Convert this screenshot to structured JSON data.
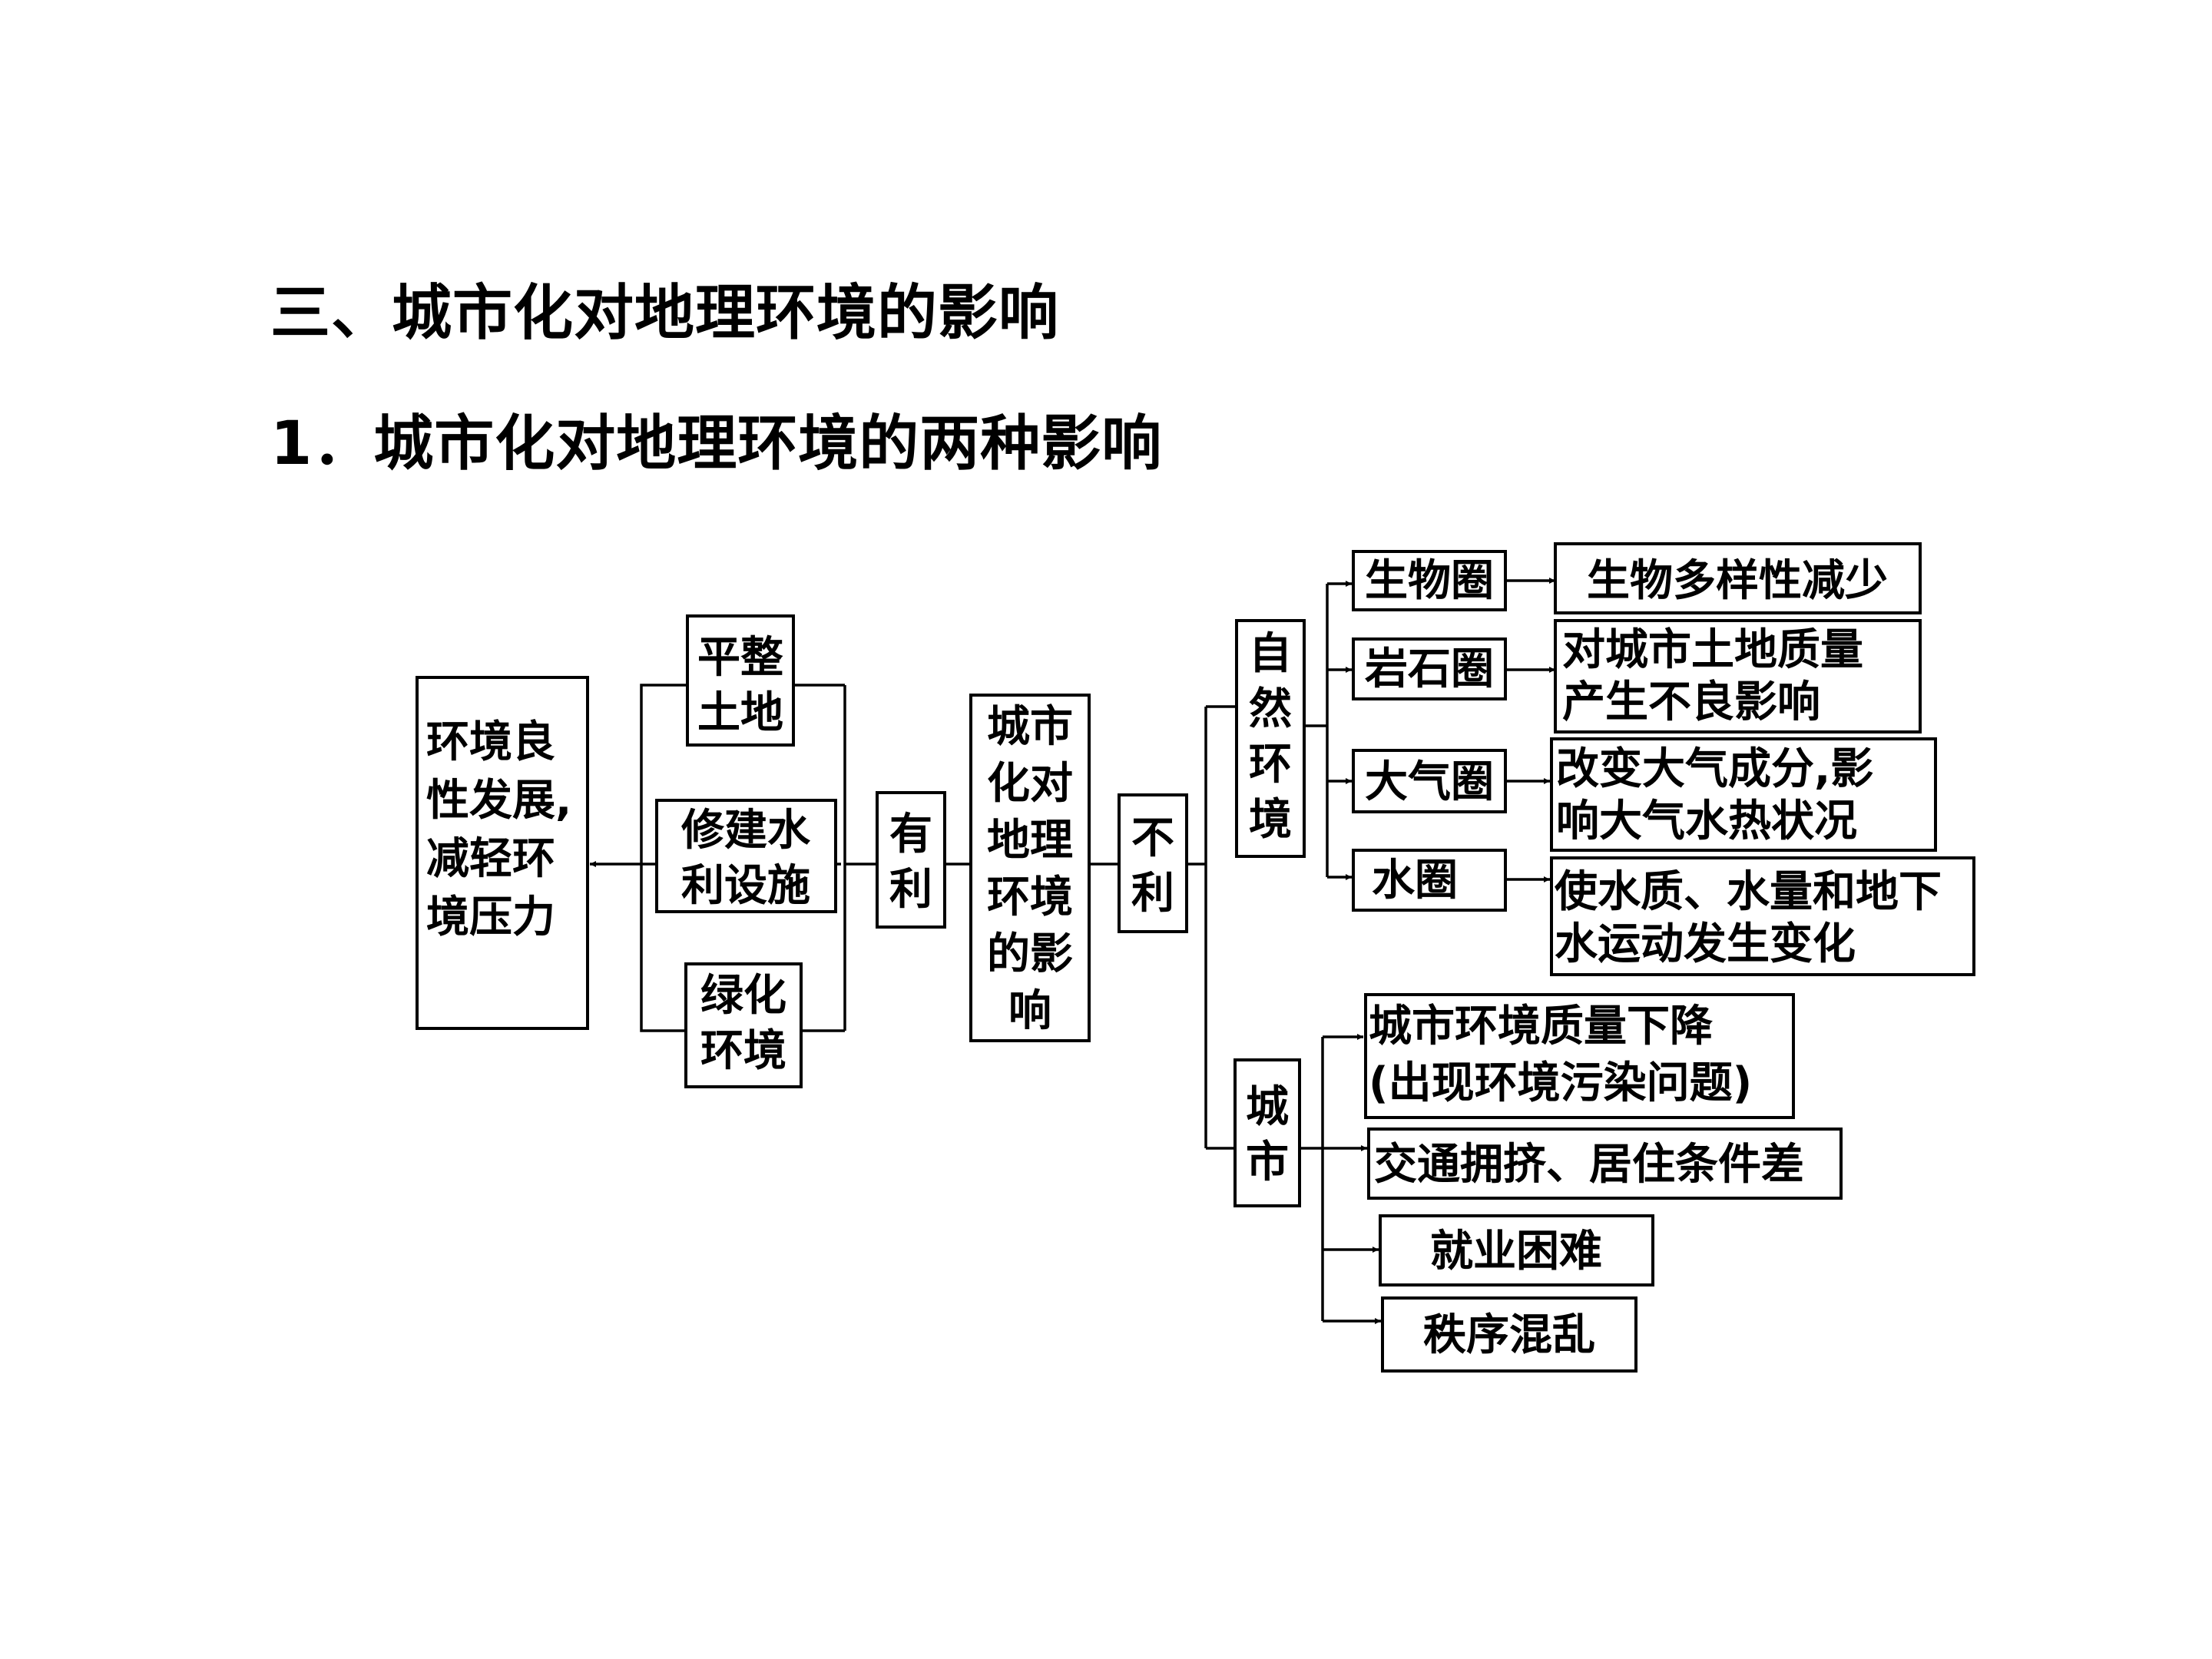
{
  "title": "三、城市化对地理环境的影响",
  "subtitle": "1．城市化对地理环境的两种影响",
  "boxes": {
    "result": [
      "环境良",
      "性发展,",
      "减轻环",
      "境压力"
    ],
    "land": [
      "平整",
      "土地"
    ],
    "water": [
      "修建水",
      "利设施"
    ],
    "green": [
      "绿化",
      "环境"
    ],
    "favorable": [
      "有",
      "利"
    ],
    "center": [
      "城市",
      "化对",
      "地理",
      "环境",
      "的影",
      "响"
    ],
    "unfavorable": [
      "不",
      "利"
    ],
    "natural": [
      "自",
      "然",
      "环",
      "境"
    ],
    "city": [
      "城",
      "市"
    ],
    "bio": [
      "生物圈"
    ],
    "bio_effect": [
      "生物多样性减少"
    ],
    "rock": [
      "岩石圈"
    ],
    "rock_effect": [
      "对城市土地质量",
      "产生不良影响"
    ],
    "air": [
      "大气圈"
    ],
    "air_effect": [
      "改变大气成分,影",
      "响大气水热状况"
    ],
    "hydro": [
      "水圈"
    ],
    "hydro_effect": [
      "使水质、水量和地下",
      "水运动发生变化"
    ],
    "city_env": [
      "城市环境质量下降",
      "(出现环境污染问题)"
    ],
    "traffic": [
      "交通拥挤、居住条件差"
    ],
    "jobs": [
      "就业困难"
    ],
    "order": [
      "秩序混乱"
    ]
  }
}
